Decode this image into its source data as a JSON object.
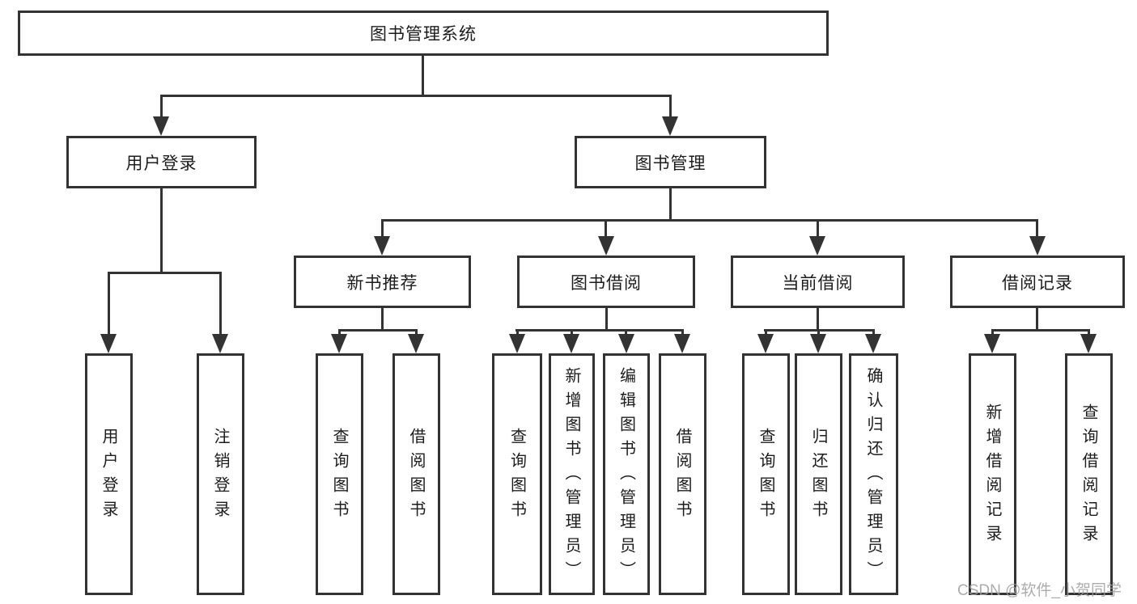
{
  "diagram": {
    "root": {
      "label": "图书管理系统"
    },
    "branches": {
      "user_login": {
        "label": "用户登录",
        "children": [
          "用户登录",
          "注销登录"
        ]
      },
      "book_management": {
        "label": "图书管理",
        "sections": {
          "new_book": {
            "label": "新书推荐",
            "children": [
              "查询图书",
              "借阅图书"
            ]
          },
          "book_borrow": {
            "label": "图书借阅",
            "children": [
              "查询图书",
              "新增图书（管理员）",
              "编辑图书（管理员）",
              "借阅图书"
            ]
          },
          "current_borrow": {
            "label": "当前借阅",
            "children": [
              "查询图书",
              "归还图书",
              "确认归还（管理员）"
            ]
          },
          "borrow_records": {
            "label": "借阅记录",
            "children": [
              "新增借阅记录",
              "查询借阅记录"
            ]
          }
        }
      }
    }
  },
  "watermark": {
    "text": "CSDN @软件_小贺同学"
  },
  "colors": {
    "line": "#333333",
    "text": "#1c1c1c",
    "box_background": "#ffffff",
    "background": "#ffffff",
    "watermark": "#9e9e9e"
  }
}
